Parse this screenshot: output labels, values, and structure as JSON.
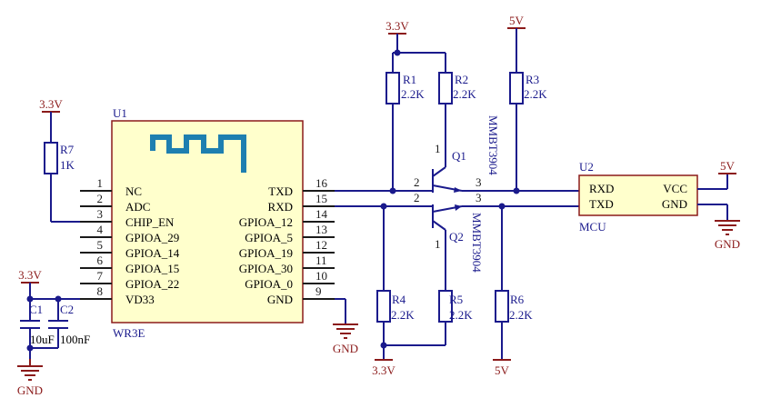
{
  "colors": {
    "wire": "#1a1a8c",
    "power_symbol": "#8b1a1a",
    "ic_fill": "#ffffcc",
    "logo": "#1e7fb0"
  },
  "u1": {
    "ref": "U1",
    "part": "WR3E",
    "logo_icon": "wifi-module-logo-icon",
    "left_pins": [
      {
        "num": "1",
        "name": "NC"
      },
      {
        "num": "2",
        "name": "ADC"
      },
      {
        "num": "3",
        "name": "CHIP_EN"
      },
      {
        "num": "4",
        "name": "GPIOA_29"
      },
      {
        "num": "5",
        "name": "GPIOA_14"
      },
      {
        "num": "6",
        "name": "GPIOA_15"
      },
      {
        "num": "7",
        "name": "GPIOA_22"
      },
      {
        "num": "8",
        "name": "VD33"
      }
    ],
    "right_pins": [
      {
        "num": "16",
        "name": "TXD"
      },
      {
        "num": "15",
        "name": "RXD"
      },
      {
        "num": "14",
        "name": "GPIOA_12"
      },
      {
        "num": "13",
        "name": "GPIOA_5"
      },
      {
        "num": "12",
        "name": "GPIOA_19"
      },
      {
        "num": "11",
        "name": "GPIOA_30"
      },
      {
        "num": "10",
        "name": "GPIOA_0"
      },
      {
        "num": "9",
        "name": "GND"
      }
    ]
  },
  "u2": {
    "ref": "U2",
    "part": "MCU",
    "pins": [
      "RXD",
      "TXD",
      "VCC",
      "GND"
    ]
  },
  "resistors": [
    {
      "ref": "R1",
      "value": "2.2K"
    },
    {
      "ref": "R2",
      "value": "2.2K"
    },
    {
      "ref": "R3",
      "value": "2.2K"
    },
    {
      "ref": "R4",
      "value": "2.2K"
    },
    {
      "ref": "R5",
      "value": "2.2K"
    },
    {
      "ref": "R6",
      "value": "2.2K"
    },
    {
      "ref": "R7",
      "value": "1K"
    }
  ],
  "capacitors": [
    {
      "ref": "C1",
      "value": "10uF"
    },
    {
      "ref": "C2",
      "value": "100nF"
    }
  ],
  "transistors": [
    {
      "ref": "Q1",
      "part": "MMBT3904",
      "pins": [
        "1",
        "2",
        "3"
      ]
    },
    {
      "ref": "Q2",
      "part": "MMBT3904",
      "pins": [
        "1",
        "2",
        "3"
      ]
    }
  ],
  "power": {
    "v33": "3.3V",
    "v5": "5V",
    "gnd": "GND"
  }
}
